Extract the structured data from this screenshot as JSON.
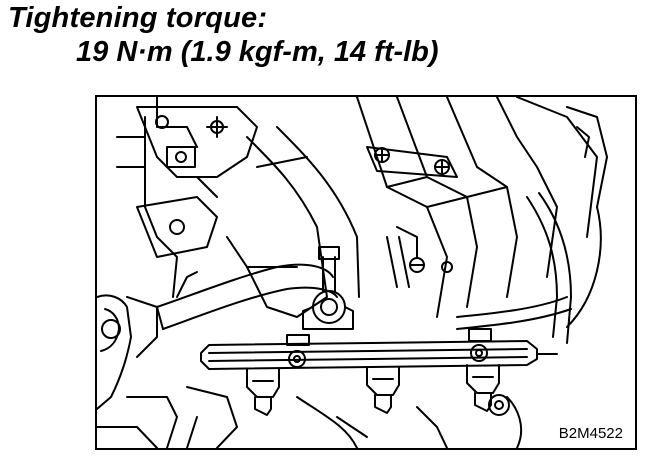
{
  "heading": {
    "label": "Tightening torque:",
    "value": "19 N·m (1.9 kgf-m, 14 ft-lb)"
  },
  "figure": {
    "code": "B2M4522"
  }
}
